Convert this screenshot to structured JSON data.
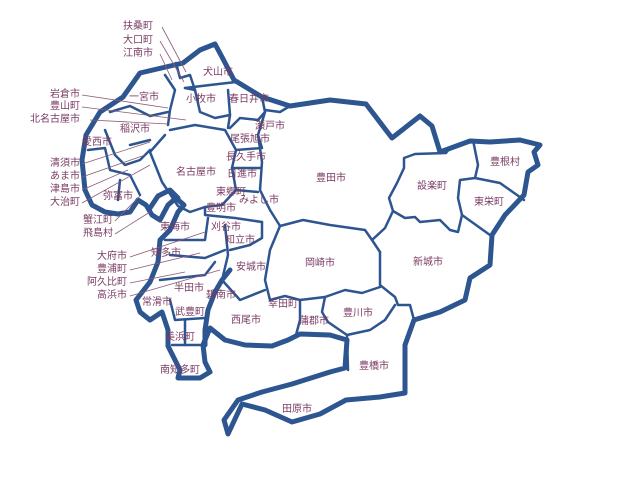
{
  "map": {
    "colors": {
      "border": "#2d5590",
      "label": "#7a3b63",
      "leader": "#8a5a78"
    },
    "municipalities": {
      "fuso": "扶桑町",
      "oguchi": "大口町",
      "konan": "江南市",
      "inuyama": "犬山市",
      "ichinomiya": "一宮市",
      "komaki": "小牧市",
      "kasugai": "春日井市",
      "iwakura": "岩倉市",
      "toyoyama": "豊山町",
      "kitanagoya": "北名古屋市",
      "inazawa": "稲沢市",
      "aisai": "愛西市",
      "seto": "瀬戸市",
      "owariasahi": "尾張旭市",
      "nagakute": "長久手市",
      "nagoya": "名古屋市",
      "nisshin": "日進市",
      "kiyosu": "清須市",
      "ama": "あま市",
      "tsushima": "津島市",
      "oharu": "大治町",
      "yatomi": "弥富市",
      "togo": "東郷町",
      "miyoshi": "みよし市",
      "toyoake": "豊明市",
      "toyota": "豊田市",
      "shitara": "設楽町",
      "toyone": "豊根村",
      "toei": "東栄町",
      "kanie": "蟹江町",
      "tobishima": "飛島村",
      "tokai": "東海市",
      "kariya": "刈谷市",
      "chiryu": "知立市",
      "chita": "知多市",
      "obu": "大府市",
      "higashiura": "豊浦町",
      "agui": "阿久比町",
      "takahama": "高浜市",
      "anjo": "安城市",
      "okazaki": "岡崎市",
      "shinshiro": "新城市",
      "handa": "半田市",
      "hekinan": "碧南市",
      "kota": "幸田町",
      "tokoname": "常滑市",
      "taketoyo": "武豊町",
      "nishio": "西尾市",
      "gamagori": "蒲郡市",
      "toyokawa": "豊川市",
      "mihama": "美浜町",
      "minamichita": "南知多町",
      "toyohashi": "豊橋市",
      "tahara": "田原市"
    }
  }
}
